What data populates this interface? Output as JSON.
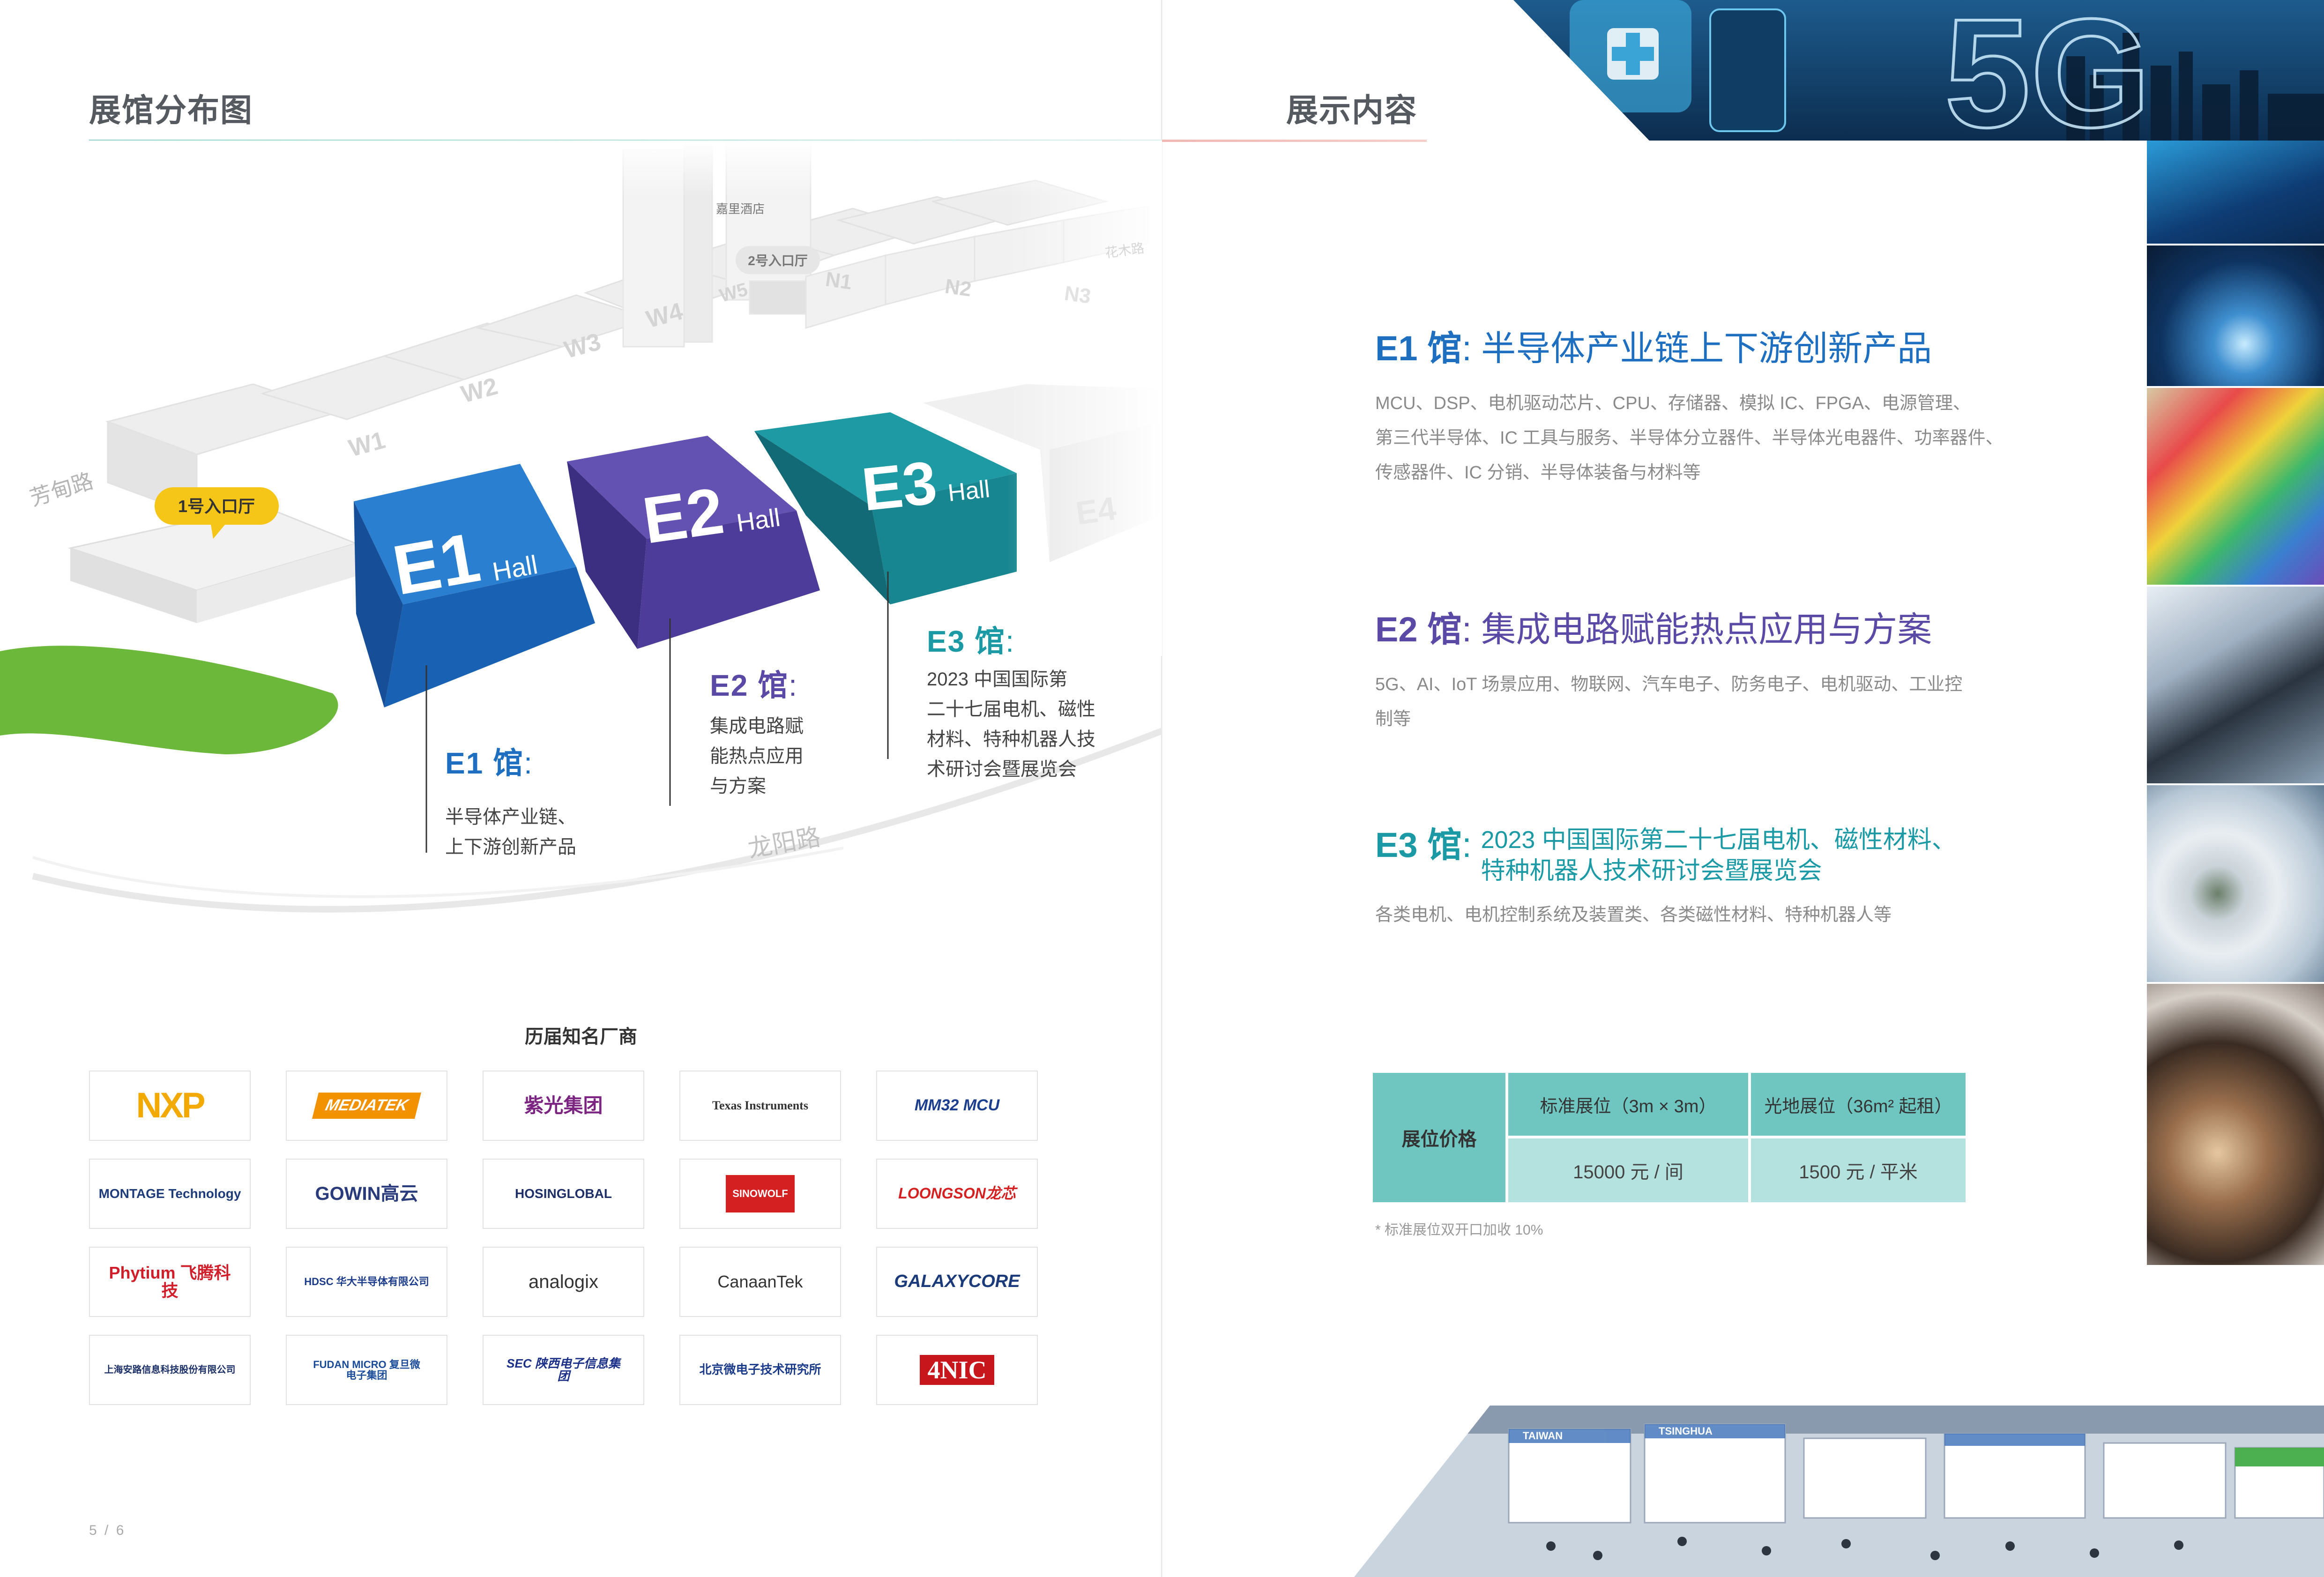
{
  "left_page": {
    "title": "展馆分布图",
    "map": {
      "entrance_1": "1号入口厅",
      "entrance_2": "2号入口厅",
      "hotel": "嘉里酒店",
      "road_west": "芳甸路",
      "road_south": "龙阳路",
      "road_north": "花木路",
      "north_halls": [
        "N1",
        "N2",
        "N3"
      ],
      "west_halls": [
        "W1",
        "W2",
        "W3",
        "W4",
        "W5"
      ],
      "hall_suffix": "Hall",
      "faded_hall": "E4",
      "halls": [
        {
          "code": "E1",
          "color": "#1f6fc0"
        },
        {
          "code": "E2",
          "color": "#5a4aa6"
        },
        {
          "code": "E3",
          "color": "#1b8f9a"
        }
      ]
    },
    "callouts": [
      {
        "tag": "E1 馆",
        "sep": ":",
        "lines": [
          "半导体产业链、",
          "上下游创新产品"
        ],
        "color": "#1f6fc0"
      },
      {
        "tag": "E2 馆",
        "sep": ":",
        "lines": [
          "集成电路赋",
          "能热点应用",
          "与方案"
        ],
        "color": "#5a4aa6"
      },
      {
        "tag": "E3 馆",
        "sep": ":",
        "lines": [
          "2023 中国国际第",
          "二十七届电机、磁性",
          "材料、特种机器人技",
          "术研讨会暨展览会"
        ],
        "color": "#1b9aa6"
      }
    ],
    "manufacturers_title": "历届知名厂商",
    "manufacturers": [
      "NXP",
      "MEDIATEK",
      "紫光集团",
      "Texas Instruments",
      "MM32 MCU",
      "MONTAGE Technology",
      "GOWIN高云",
      "HOSINGLOBAL",
      "SINOWOLF",
      "LOONGSON龙芯",
      "Phytium 飞腾科技",
      "HDSC 华大半导体有限公司",
      "analogix",
      "CanaanTek",
      "GALAXYCORE",
      "上海安路信息科技股份有限公司",
      "FUDAN MICRO 复旦微电子集团",
      "SEC 陕西电子信息集团",
      "北京微电子技术研究所",
      "4NIC"
    ],
    "page_number": "5 / 6"
  },
  "right_page": {
    "title": "展示内容",
    "blocks": [
      {
        "tag": "E1 馆",
        "sep": ":",
        "heading": "半导体产业链上下游创新产品",
        "description": [
          "MCU、DSP、电机驱动芯片、CPU、存储器、模拟 IC、FPGA、电源管理、",
          "第三代半导体、IC 工具与服务、半导体分立器件、半导体光电器件、功率器件、",
          "传感器件、IC 分销、半导体装备与材料等"
        ],
        "color": "#1f6fc0"
      },
      {
        "tag": "E2 馆",
        "sep": ":",
        "heading": "集成电路赋能热点应用与方案",
        "description": [
          "5G、AI、IoT 场景应用、物联网、汽车电子、防务电子、电机驱动、工业控",
          "制等"
        ],
        "color": "#5a4aa6"
      },
      {
        "tag": "E3 馆",
        "sep": ":",
        "heading_lines": [
          "2023 中国国际第二十七届电机、磁性材料、",
          "特种机器人技术研讨会暨展览会"
        ],
        "description": [
          "各类电机、电机控制系统及装置类、各类磁性材料、特种机器人等"
        ],
        "color": "#1b9aa6"
      }
    ],
    "price_table": {
      "label": "展位价格",
      "headers": [
        "标准展位（3m × 3m）",
        "光地展位（36m² 起租）"
      ],
      "values": [
        "15000 元 / 间",
        "1500 元 / 平米"
      ]
    },
    "price_note": "* 标准展位双开口加收 10%",
    "photo_overlay_text": "5G",
    "booth_signs": [
      "TAIWAN",
      "TSINGHUA"
    ]
  }
}
